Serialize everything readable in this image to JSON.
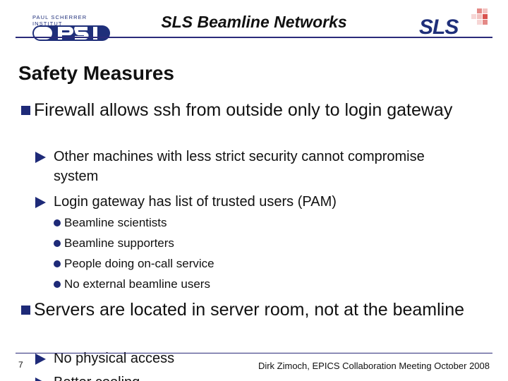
{
  "header": {
    "title": "SLS Beamline Networks",
    "left_logo_caption": "PAUL SCHERRER INSTITUT",
    "left_logo_text": "PSI",
    "right_logo_text": "SLS"
  },
  "section_title": "Safety Measures",
  "bullets": {
    "b1": {
      "text": "Firewall allows ssh from outside only to login gateway",
      "sub": {
        "s1": {
          "text": "Other machines with less strict security cannot compromise system"
        },
        "s2": {
          "text": "Login gateway has list of trusted users (PAM)",
          "items": {
            "i1": "Beamline scientists",
            "i2": "Beamline supporters",
            "i3": "People doing on-call service",
            "i4": "No external beamline users"
          }
        }
      }
    },
    "b2": {
      "text": "Servers are located in server room, not at the beamline",
      "sub": {
        "s1": {
          "text": "No physical access"
        },
        "s2": {
          "text": "Better cooling"
        }
      }
    }
  },
  "footer": {
    "page_number": "7",
    "credit": "Dirk Zimoch, EPICS Collaboration Meeting October 2008"
  },
  "colors": {
    "accent": "#1e2a78",
    "logo_blue": "#1f2f7a",
    "logo_red": "#d9534f"
  }
}
